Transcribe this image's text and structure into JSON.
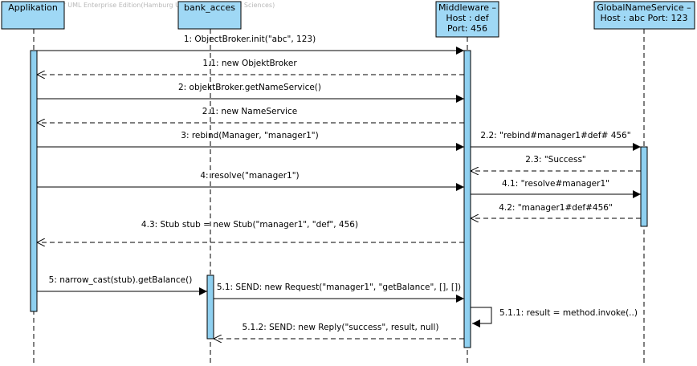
{
  "watermark": "Visual Paradigm for UML Enterprise Edition(Hamburg University of Applied Sciences)",
  "participants": [
    {
      "id": "app",
      "lines": [
        "Applikation"
      ]
    },
    {
      "id": "bank",
      "lines": [
        "bank_acces"
      ]
    },
    {
      "id": "mw",
      "lines": [
        "Middleware –",
        "Host : def",
        "Port: 456"
      ]
    },
    {
      "id": "gns",
      "lines": [
        "GlobalNameService –",
        "Host : abc Port: 123"
      ]
    }
  ],
  "messages": [
    {
      "from": "app",
      "to": "mw",
      "kind": "call",
      "label": "1: ObjectBroker.init(\"abc\", 123)"
    },
    {
      "from": "mw",
      "to": "app",
      "kind": "return",
      "label": "1.1: new ObjektBroker"
    },
    {
      "from": "app",
      "to": "mw",
      "kind": "call",
      "label": "2: objektBroker.getNameService()"
    },
    {
      "from": "mw",
      "to": "app",
      "kind": "return",
      "label": "2.1: new NameService"
    },
    {
      "from": "app",
      "to": "mw",
      "kind": "call",
      "label": "3: rebind(Manager, \"manager1\")"
    },
    {
      "from": "mw",
      "to": "gns",
      "kind": "call",
      "label": "2.2: \"rebind#manager1#def# 456\""
    },
    {
      "from": "gns",
      "to": "mw",
      "kind": "return",
      "label": "2.3: \"Success\""
    },
    {
      "from": "app",
      "to": "mw",
      "kind": "call",
      "label": "4: resolve(\"manager1\")"
    },
    {
      "from": "mw",
      "to": "gns",
      "kind": "call",
      "label": "4.1: \"resolve#manager1\""
    },
    {
      "from": "gns",
      "to": "mw",
      "kind": "return",
      "label": "4.2: \"manager1#def#456\""
    },
    {
      "from": "mw",
      "to": "app",
      "kind": "return",
      "label": "4.3: Stub stub = new Stub(\"manager1\", \"def\", 456)"
    },
    {
      "from": "app",
      "to": "bank",
      "kind": "call",
      "label": "5: narrow_cast(stub).getBalance()"
    },
    {
      "from": "bank",
      "to": "mw",
      "kind": "call",
      "label": "5.1: SEND: new Request(\"manager1\", \"getBalance\", [], [])"
    },
    {
      "from": "mw",
      "to": "mw",
      "kind": "self",
      "label": "5.1.1: result = method.invoke(..)"
    },
    {
      "from": "mw",
      "to": "bank",
      "kind": "return",
      "label": "5.1.2: SEND: new Reply(\"success\", result, null)"
    }
  ]
}
